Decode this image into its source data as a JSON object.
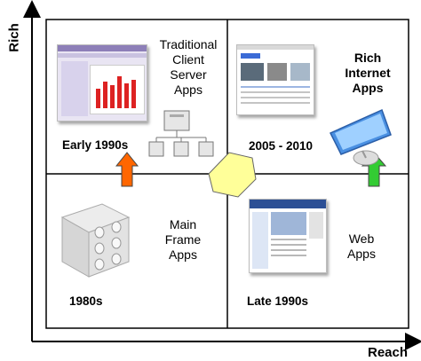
{
  "axes": {
    "y_label": "Rich",
    "x_label": "Reach"
  },
  "quadrants": {
    "top_left": {
      "title_lines": [
        "Traditional",
        "Client",
        "Server",
        "Apps"
      ],
      "era": "Early 1990s"
    },
    "top_right": {
      "title_lines": [
        "Rich",
        "Internet",
        "Apps"
      ],
      "era": "2005 - 2010"
    },
    "bottom_left": {
      "title_lines": [
        "Main",
        "Frame",
        "Apps"
      ],
      "era": "1980s"
    },
    "bottom_right": {
      "title_lines": [
        "Web",
        "Apps"
      ],
      "era": "Late 1990s"
    }
  },
  "colors": {
    "up_arrow_left": "#ff6600",
    "up_arrow_right": "#33cc33",
    "center_shape": "#ffff99",
    "grid_line": "#000000"
  },
  "icons": [
    "spreadsheet-screenshot",
    "server-network-icon",
    "web-portal-screenshot",
    "imac-computer-icon",
    "mainframe-box-icon",
    "web-browser-screenshot",
    "up-arrow-icon",
    "hexagon-shape"
  ]
}
